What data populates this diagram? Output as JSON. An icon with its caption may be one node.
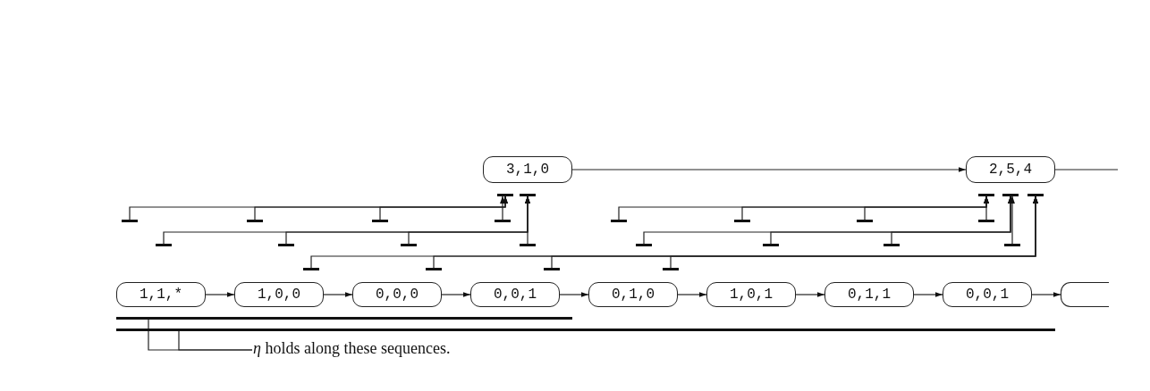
{
  "diagram": {
    "nodes": [
      {
        "text": [
          "3,1,0"
        ]
      },
      {
        "text": [
          "2,5,4"
        ]
      },
      {
        "text": [
          "1,1,*"
        ]
      },
      {
        "text": [
          "1,0,0"
        ]
      },
      {
        "text": [
          "0,0,0"
        ]
      },
      {
        "text": [
          "0,0,1"
        ]
      },
      {
        "text": [
          "0,1,0"
        ]
      },
      {
        "text": [
          "1,0,1"
        ]
      },
      {
        "text": [
          "0,1,1"
        ]
      },
      {
        "text": [
          "0,0,1"
        ]
      },
      {
        "text": [],
        "shape": "box"
      },
      {
        "text": [
          "*η* holds along these sequences."
        ]
      },
      {
        "text": [],
        "shape": "bar"
      },
      {
        "text": [],
        "shape": "bar"
      },
      {
        "text": [],
        "shape": "bar"
      },
      {
        "text": [],
        "shape": "bar"
      },
      {
        "text": [],
        "shape": "bar"
      },
      {
        "text": [],
        "shape": "bar"
      },
      {
        "text": [],
        "shape": "bar"
      },
      {
        "text": [],
        "shape": "bar"
      },
      {
        "text": [],
        "shape": "bar"
      },
      {
        "text": [],
        "shape": "bar"
      },
      {
        "text": [],
        "shape": "bar"
      },
      {
        "text": [],
        "shape": "bar"
      },
      {
        "text": [],
        "shape": "bar"
      },
      {
        "text": [],
        "shape": "bar"
      },
      {
        "text": [],
        "shape": "bar"
      },
      {
        "text": [],
        "shape": "bar"
      },
      {
        "text": [],
        "shape": "bar"
      },
      {
        "text": [],
        "shape": "bar"
      },
      {
        "text": [],
        "shape": "bar"
      },
      {
        "text": [],
        "shape": "bar"
      },
      {
        "text": [],
        "shape": "bar"
      },
      {
        "text": [],
        "shape": "bar"
      },
      {
        "text": [],
        "shape": "bar"
      },
      {
        "text": [],
        "shape": "bar"
      },
      {
        "text": [],
        "shape": "bar"
      },
      {
        "text": [],
        "shape": "bar"
      },
      {
        "text": [],
        "shape": "bar"
      }
    ],
    "edges": [
      {
        "from": 0,
        "to": 1,
        "arrow": "to"
      },
      {
        "from": 1,
        "to": null,
        "arrow": "none"
      },
      {
        "from": 2,
        "to": 3,
        "arrow": "to"
      },
      {
        "from": 3,
        "to": 4,
        "arrow": "to"
      },
      {
        "from": 4,
        "to": 5,
        "arrow": "to"
      },
      {
        "from": 5,
        "to": 6,
        "arrow": "to"
      },
      {
        "from": 6,
        "to": 7,
        "arrow": "to"
      },
      {
        "from": 7,
        "to": 8,
        "arrow": "to"
      },
      {
        "from": 8,
        "to": 9,
        "arrow": "to"
      },
      {
        "from": 9,
        "to": 10,
        "arrow": "to"
      },
      {
        "from": 11,
        "to": 37,
        "arrow": "none"
      },
      {
        "from": 11,
        "to": 38,
        "arrow": "none"
      },
      {
        "from": 17,
        "to": 12,
        "arrow": "to"
      },
      {
        "from": 18,
        "to": 12,
        "arrow": "to"
      },
      {
        "from": 19,
        "to": 12,
        "arrow": "to"
      },
      {
        "from": 20,
        "to": 12,
        "arrow": "to"
      },
      {
        "from": 21,
        "to": 14,
        "arrow": "to"
      },
      {
        "from": 22,
        "to": 14,
        "arrow": "to"
      },
      {
        "from": 23,
        "to": 14,
        "arrow": "to"
      },
      {
        "from": 24,
        "to": 14,
        "arrow": "to"
      },
      {
        "from": 25,
        "to": 13,
        "arrow": "to"
      },
      {
        "from": 26,
        "to": 13,
        "arrow": "to"
      },
      {
        "from": 27,
        "to": 13,
        "arrow": "to"
      },
      {
        "from": 28,
        "to": 13,
        "arrow": "to"
      },
      {
        "from": 29,
        "to": 15,
        "arrow": "to"
      },
      {
        "from": 30,
        "to": 15,
        "arrow": "to"
      },
      {
        "from": 31,
        "to": 15,
        "arrow": "to"
      },
      {
        "from": 32,
        "to": 15,
        "arrow": "to"
      },
      {
        "from": 33,
        "to": 16,
        "arrow": "to"
      },
      {
        "from": 34,
        "to": 16,
        "arrow": "to"
      },
      {
        "from": 35,
        "to": 16,
        "arrow": "to"
      },
      {
        "from": 36,
        "to": 16,
        "arrow": "to"
      }
    ]
  }
}
